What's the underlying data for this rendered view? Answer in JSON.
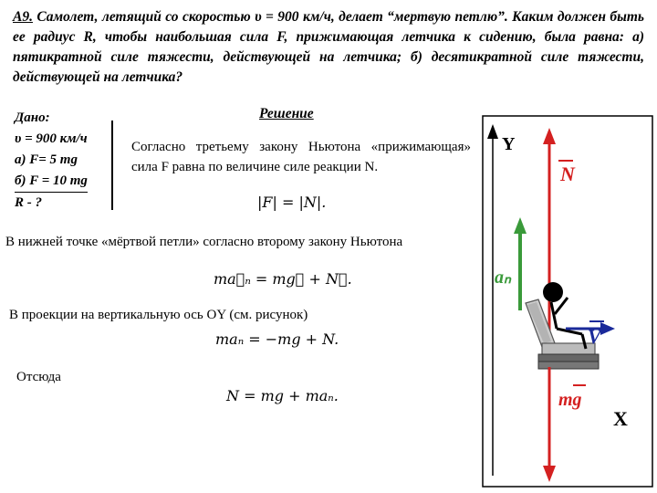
{
  "problem": {
    "number": "A9.",
    "text": " Самолет, летящий со скоростью υ = 900 км/ч, делает “мертвую петлю”. Каким должен быть ее радиус R, чтобы наибольшая сила F, прижимающая летчика к сидению, была равна: а) пятикратной силе тяжести, действующей на летчика; б) десятикратной силе тяжести, действующей на летчика?"
  },
  "given": {
    "title": "Дано:",
    "items": [
      "υ = 900 км/ч",
      "а) F= 5 mg",
      "б) F = 10 mg",
      "R - ?"
    ]
  },
  "solution": {
    "title": "Решение",
    "newton3_text": "Согласно третьему закону Ньютона «прижимающая» сила F равна по величине силе реакции N.",
    "eq1": "|F| = |N|.",
    "newton2_text": "В нижней точке «мёртвой петли» согласно второму закону Ньютона",
    "eq2": "ma⃗ₙ = mg⃗ + N⃗.",
    "projection_text": "В проекции на вертикальную ось OY (см. рисунок)",
    "eq3": "maₙ = −mg + N.",
    "hence": "Отсюда",
    "eq4": "N = mg + maₙ."
  },
  "diagram": {
    "labels": {
      "y": "Y",
      "x": "X",
      "n": "N",
      "an": "aₙ",
      "v": "V",
      "mg": "mg"
    },
    "colors": {
      "red": "#d42020",
      "green": "#3a9a3a",
      "blue": "#1a2a9a",
      "title": "#000000"
    }
  }
}
